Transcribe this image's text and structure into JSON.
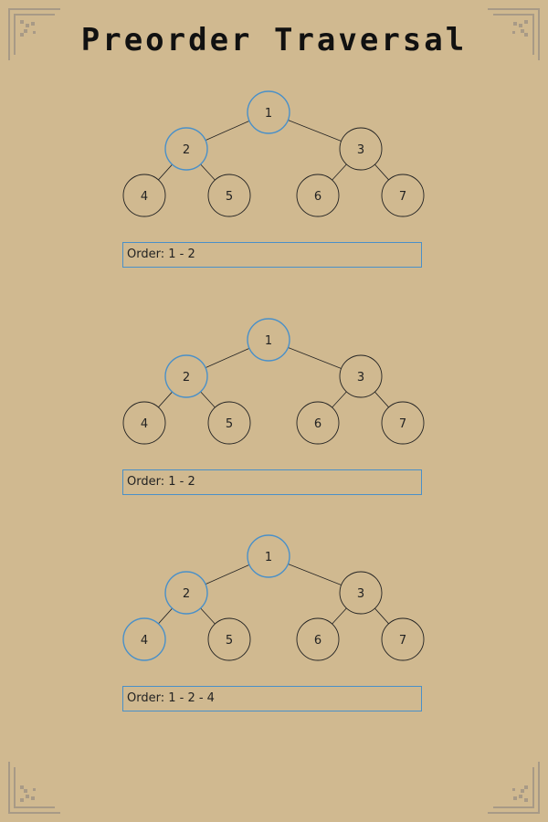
{
  "title": "Preorder Traversal",
  "colors": {
    "background": "#d0b990",
    "visited": "#4a90c8",
    "unvisited": "#222222",
    "corner_ornament": "#a89a86"
  },
  "tree": {
    "nodes": [
      "1",
      "2",
      "3",
      "4",
      "5",
      "6",
      "7"
    ],
    "edges": [
      [
        "1",
        "2"
      ],
      [
        "1",
        "3"
      ],
      [
        "2",
        "4"
      ],
      [
        "2",
        "5"
      ],
      [
        "3",
        "6"
      ],
      [
        "3",
        "7"
      ]
    ]
  },
  "steps": [
    {
      "visited": [
        "1",
        "2"
      ],
      "order_text": "Order: 1 - 2"
    },
    {
      "visited": [
        "1",
        "2"
      ],
      "order_text": "Order: 1 - 2"
    },
    {
      "visited": [
        "1",
        "2",
        "4"
      ],
      "order_text": "Order: 1 - 2 - 4"
    }
  ],
  "ornaments": [
    "corner-ornament-top-left",
    "corner-ornament-top-right",
    "corner-ornament-bottom-left",
    "corner-ornament-bottom-right"
  ]
}
